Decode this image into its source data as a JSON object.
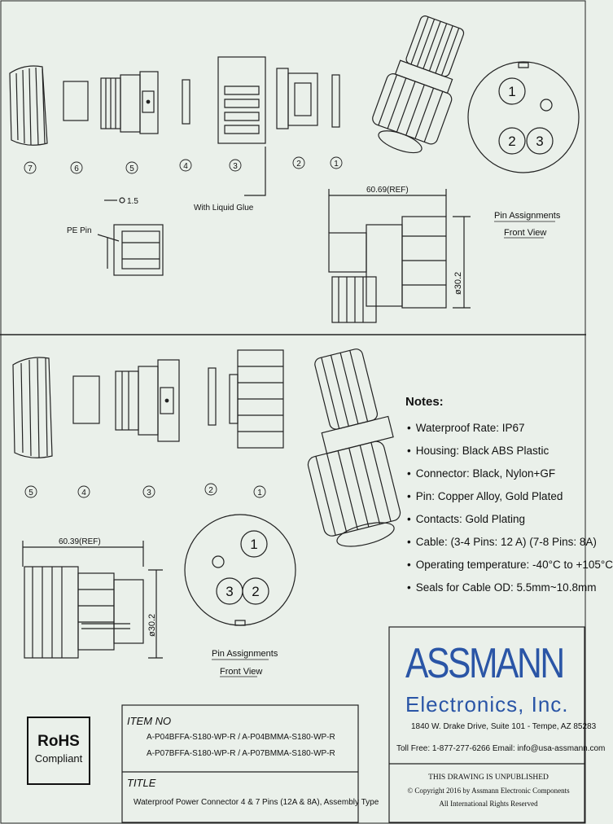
{
  "part_callouts_top": [
    "7",
    "6",
    "5",
    "4",
    "3",
    "2",
    "1"
  ],
  "part_callouts_bottom": [
    "5",
    "4",
    "3",
    "2",
    "1"
  ],
  "pin_numbers_top": [
    "1",
    "2",
    "3"
  ],
  "pin_numbers_bottom": [
    "1",
    "2",
    "3"
  ],
  "labels": {
    "pe_dim": "1.5",
    "pe_pin": "PE Pin",
    "glue": "With Liquid Glue",
    "dim_top": "60.69(REF)",
    "dim_bottom": "60.39(REF)",
    "dia": "ø30.2",
    "pin_title": "Pin Assignments",
    "pin_sub": "Front View"
  },
  "notes": {
    "title": "Notes:",
    "items": [
      "Waterproof Rate: IP67",
      "Housing: Black ABS Plastic",
      "Connector: Black, Nylon+GF",
      "Pin: Copper Alloy, Gold Plated",
      "Contacts: Gold Plating",
      "Cable: (3-4 Pins: 12 A) (7-8 Pins: 8A)",
      "Operating temperature: -40°C to +105°C",
      "Seals for Cable OD: 5.5mm~10.8mm"
    ]
  },
  "title_block": {
    "item_no_label": "ITEM NO",
    "item_line1": "A-P04BFFA-S180-WP-R  /  A-P04BMMA-S180-WP-R",
    "item_line2": "A-P07BFFA-S180-WP-R  /  A-P07BMMA-S180-WP-R",
    "title_label": "TITLE",
    "title_text": "Waterproof Power Connector 4 & 7 Pins (12A & 8A), Assembly Type"
  },
  "rohs": {
    "title": "RoHS",
    "subtitle": "Compliant"
  },
  "company": {
    "name": "ASSMANN",
    "subtitle": "Electronics, Inc.",
    "address": "1840 W. Drake Drive, Suite 101  -  Tempe, AZ 85283",
    "contact": "Toll Free: 1-877-277-6266   Email: info@usa-assmann.com",
    "unpublished": "THIS DRAWING IS UNPUBLISHED",
    "copyright": "Copyright 2016 by Assmann Electronic Components",
    "rights": "All International Rights Reserved"
  },
  "colors": {
    "brand": "#2a55a6",
    "line": "#222222",
    "background": "#eaf0ea"
  }
}
